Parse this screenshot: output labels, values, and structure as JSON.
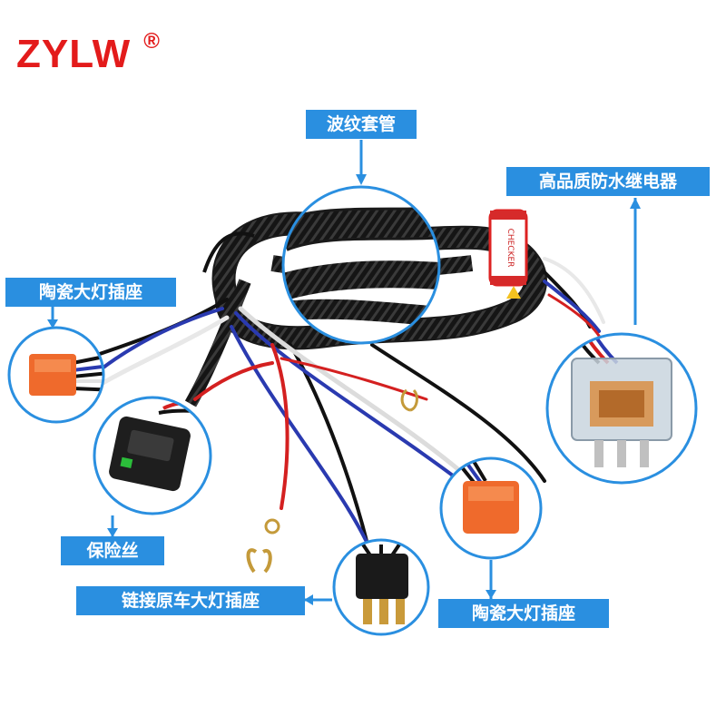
{
  "brand": {
    "name": "ZYLW",
    "registered_mark": "®",
    "color": "#e31b1b"
  },
  "accent_color": "#2a8fe0",
  "callouts": {
    "corrugated_tube": "波纹套管",
    "relay": "高品质防水继电器",
    "ceramic_socket_left": "陶瓷大灯插座",
    "fuse": "保险丝",
    "original_socket": "链接原车大灯插座",
    "ceramic_socket_right": "陶瓷大灯插座"
  },
  "relay_label": "CHECKER",
  "icons": [
    "ceramic-socket-icon",
    "fuse-holder-icon",
    "relay-icon",
    "h4-plug-icon",
    "ring-terminal-icon"
  ]
}
